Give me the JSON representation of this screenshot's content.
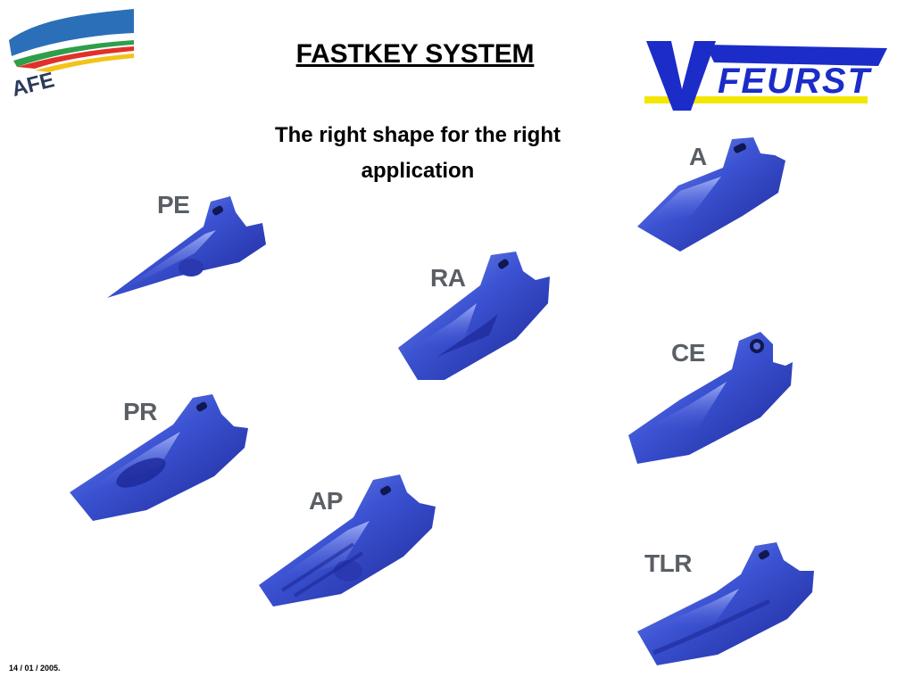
{
  "slide": {
    "title": "FASTKEY SYSTEM",
    "subtitle": "The right shape for the right application",
    "date": "14 / 01 / 2005."
  },
  "logos": {
    "afe_text": "AFE",
    "feurst_text": "FEURST",
    "feurst_color": "#1b2cc8",
    "feurst_accent": "#f3e600"
  },
  "teeth": [
    {
      "label": "PE"
    },
    {
      "label": "RA"
    },
    {
      "label": "A"
    },
    {
      "label": "PR"
    },
    {
      "label": "CE"
    },
    {
      "label": "AP"
    },
    {
      "label": "TLR"
    }
  ],
  "colors": {
    "tooth_dark": "#1e2aa8",
    "tooth_mid": "#3d56d6",
    "tooth_light": "#7f93ee"
  }
}
